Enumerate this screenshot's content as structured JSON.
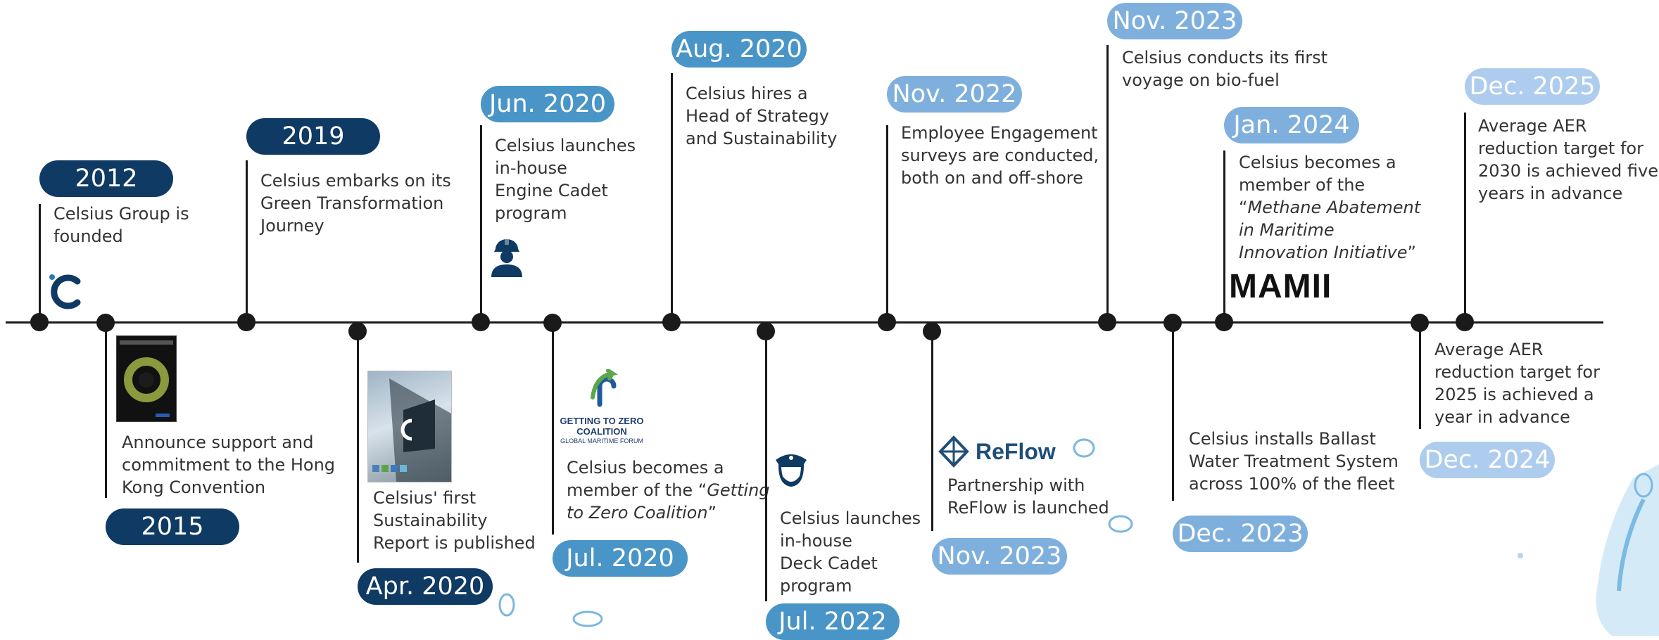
{
  "colors": {
    "axis": "#1a1a1a",
    "dark_navy": "#0f3a63",
    "mid_blue": "#4a95c7",
    "light_blue": "#7fb0dd",
    "pale_blue": "#aecdee",
    "text": "#333333"
  },
  "events": [
    {
      "id": "e2012",
      "date": "2012",
      "side": "above",
      "color": "dark_navy",
      "lines": [
        "Celsius Group is",
        "founded"
      ],
      "icon": "celsius-logo-icon"
    },
    {
      "id": "e2015",
      "date": "2015",
      "side": "below",
      "color": "dark_navy",
      "lines": [
        "Announce support and",
        "commitment to the Hong",
        "Kong Convention"
      ],
      "icon": "hong-kong-convention-cover"
    },
    {
      "id": "e2019",
      "date": "2019",
      "side": "above",
      "color": "dark_navy",
      "lines": [
        "Celsius embarks on its",
        "Green Transformation",
        "Journey"
      ]
    },
    {
      "id": "eApr2020",
      "date": "Apr. 2020",
      "side": "below",
      "color": "dark_navy",
      "lines": [
        "Celsius' first",
        "Sustainability",
        "Report is published"
      ],
      "icon": "sustainability-report-cover"
    },
    {
      "id": "eJun2020",
      "date": "Jun. 2020",
      "side": "above",
      "color": "mid_blue",
      "lines": [
        "Celsius launches",
        "in-house",
        "Engine Cadet",
        "program"
      ],
      "icon": "engineer-icon"
    },
    {
      "id": "eJul2020",
      "date": "Jul. 2020",
      "side": "below",
      "color": "mid_blue",
      "lines": [
        "Celsius becomes a",
        "member of the “Getting",
        "to Zero Coalition”"
      ],
      "icon": "getting-to-zero-logo",
      "logo_text": [
        "GETTING TO ZERO",
        "COALITION",
        "GLOBAL MARITIME FORUM"
      ]
    },
    {
      "id": "eAug2020",
      "date": "Aug. 2020",
      "side": "above",
      "color": "mid_blue",
      "lines": [
        "Celsius hires a",
        "Head of Strategy",
        "and Sustainability"
      ]
    },
    {
      "id": "eJul2022",
      "date": "Jul. 2022",
      "side": "below",
      "color": "mid_blue",
      "lines": [
        "Celsius launches",
        "in-house",
        "Deck Cadet",
        "program"
      ],
      "icon": "captain-icon"
    },
    {
      "id": "eNov2022",
      "date": "Nov. 2022",
      "side": "above",
      "color": "light_blue",
      "lines": [
        "Employee Engagement",
        "surveys are conducted,",
        "both on and off-shore"
      ]
    },
    {
      "id": "eNov2023b",
      "date": "Nov. 2023",
      "side": "below",
      "color": "light_blue",
      "lines": [
        "Partnership with",
        "ReFlow is launched"
      ],
      "icon": "reflow-logo",
      "logo_text": "ReFlow"
    },
    {
      "id": "eNov2023a",
      "date": "Nov. 2023",
      "side": "above",
      "color": "light_blue",
      "lines": [
        "Celsius conducts its first",
        "voyage on bio-fuel"
      ]
    },
    {
      "id": "eDec2023",
      "date": "Dec. 2023",
      "side": "below",
      "color": "light_blue",
      "lines": [
        "Celsius installs Ballast",
        "Water Treatment System",
        "across 100% of the fleet"
      ]
    },
    {
      "id": "eJan2024",
      "date": "Jan. 2024",
      "side": "above",
      "color": "light_blue",
      "lines": [
        "Celsius becomes a",
        "member of the",
        "“Methane Abatement",
        "in Maritime",
        "Innovation Initiative”"
      ],
      "logo_text": "MAMII"
    },
    {
      "id": "eDec2024",
      "date": "Dec. 2024",
      "side": "below",
      "color": "pale_blue",
      "lines": [
        "Average AER",
        "reduction target for",
        "2025 is achieved a",
        "year in advance"
      ]
    },
    {
      "id": "eDec2025",
      "date": "Dec. 2025",
      "side": "above",
      "color": "pale_blue",
      "lines": [
        "Average AER",
        "reduction target for",
        "2030 is achieved five",
        "years in advance"
      ]
    }
  ]
}
